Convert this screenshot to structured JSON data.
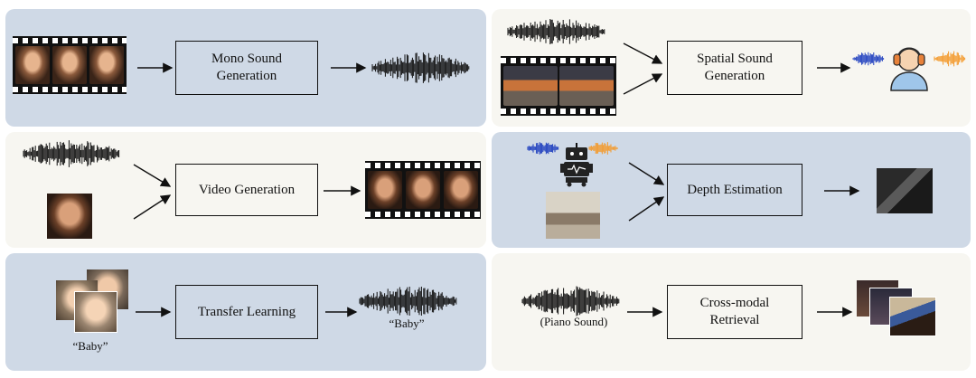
{
  "panels": [
    {
      "id": "mono",
      "box": "Mono Sound\nGeneration"
    },
    {
      "id": "spatial",
      "box": "Spatial Sound\nGeneration"
    },
    {
      "id": "video",
      "box": "Video Generation"
    },
    {
      "id": "depth",
      "box": "Depth Estimation"
    },
    {
      "id": "transfer",
      "box": "Transfer Learning",
      "input_label": "“Baby”",
      "output_label": "“Baby”"
    },
    {
      "id": "retrieval",
      "box": "Cross-modal\nRetrieval",
      "input_label": "(Piano Sound)"
    }
  ],
  "colors": {
    "blue_panel": "#cfd9e6",
    "cream_panel": "#f7f6f1",
    "blue_wave": "#1f3fbf",
    "orange_wave": "#f39a2c"
  }
}
